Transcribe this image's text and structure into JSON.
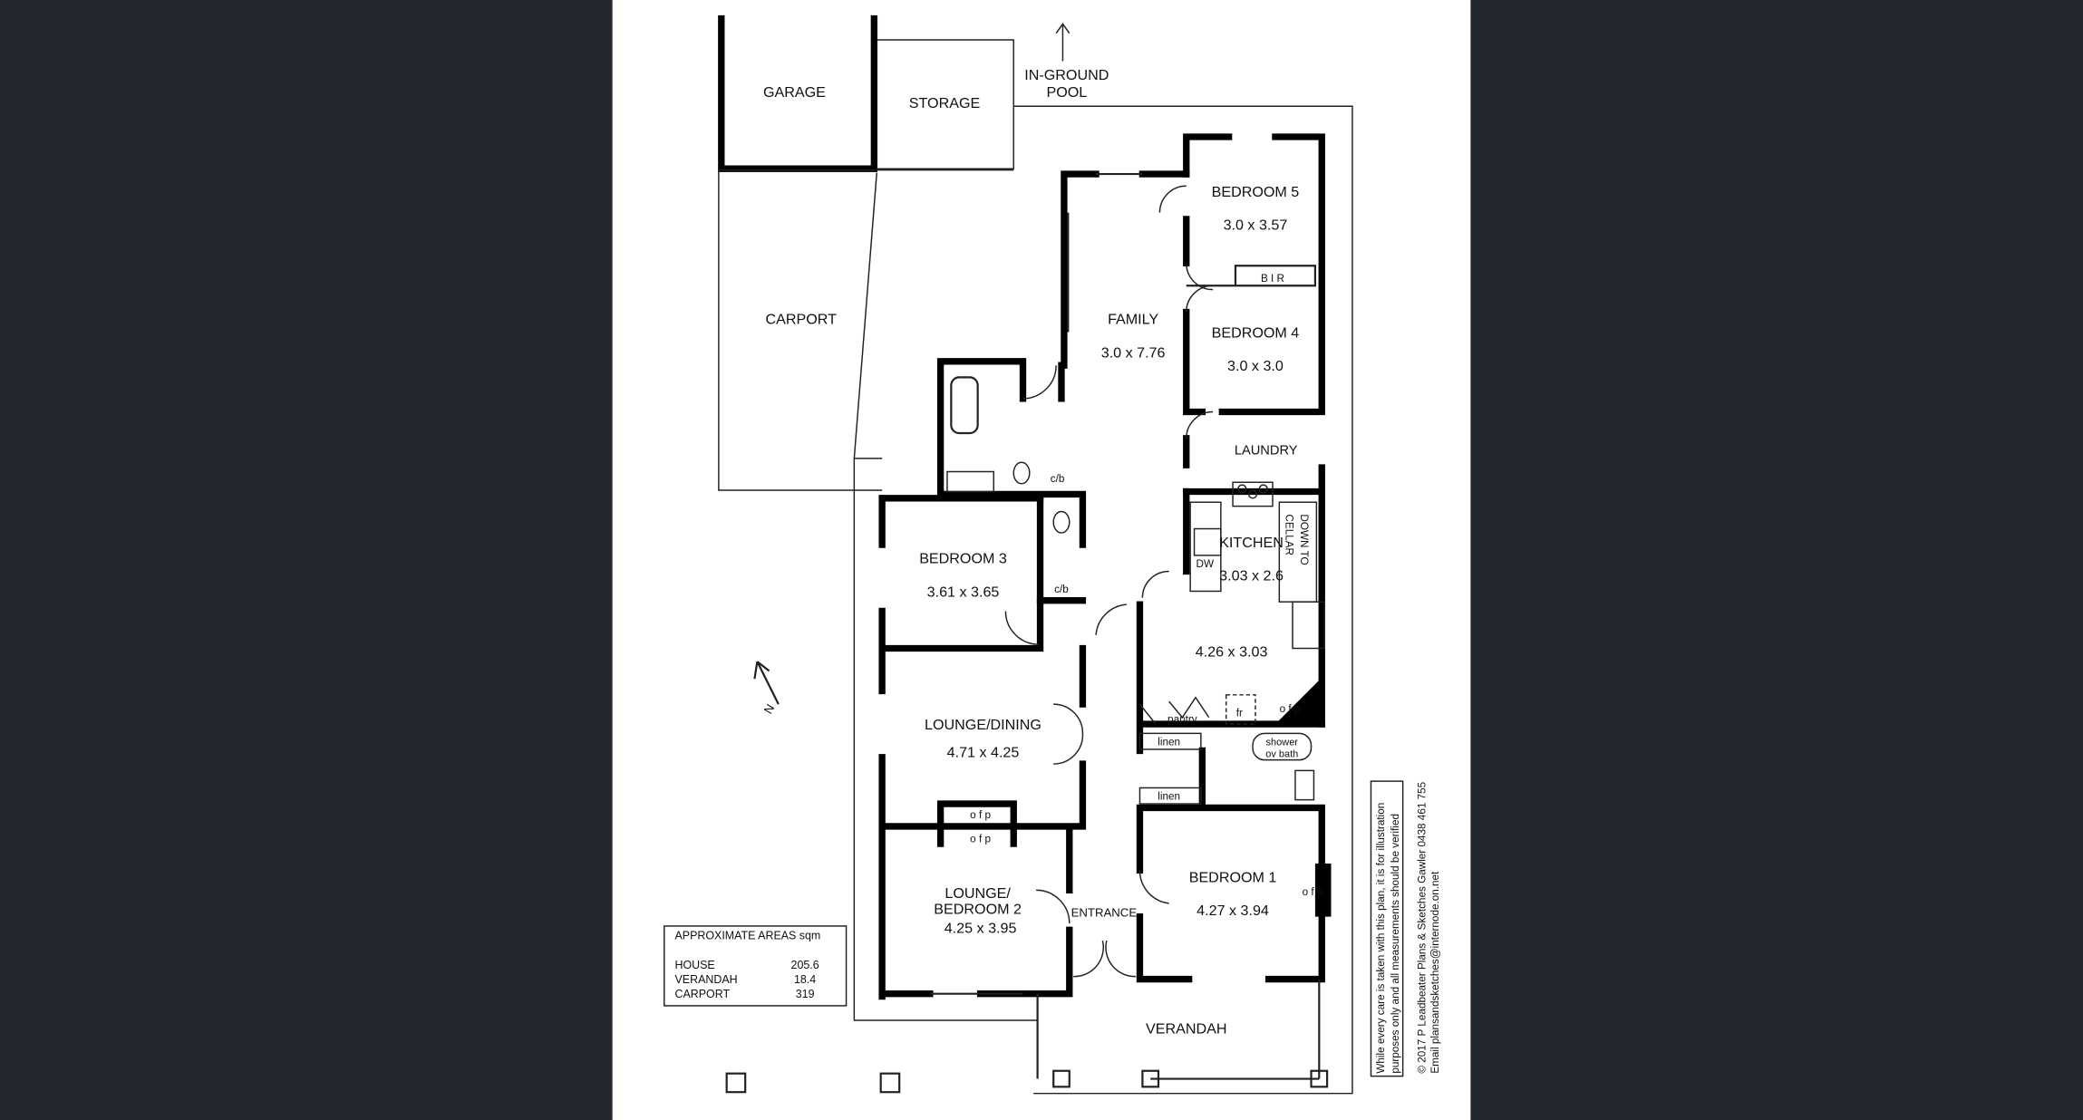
{
  "colors": {
    "background": "#23272e",
    "paper": "#ffffff",
    "walls": "#000000"
  },
  "rooms": {
    "garage": "GARAGE",
    "storage": "STORAGE",
    "pool": [
      "IN-GROUND",
      "POOL"
    ],
    "carport": "CARPORT",
    "family": {
      "name": "FAMILY",
      "size": "3.0 x 7.76"
    },
    "bedroom5": {
      "name": "BEDROOM 5",
      "size": "3.0 x 3.57"
    },
    "bir": "B I R",
    "bedroom4": {
      "name": "BEDROOM 4",
      "size": "3.0 x 3.0"
    },
    "laundry": "LAUNDRY",
    "cb1": "c/b",
    "cb2": "c/b",
    "kitchen": {
      "name": "KITCHEN",
      "size": "3.03 x 2.6",
      "dw": "DW",
      "cellar": [
        "DOWN TO",
        "CELLAR"
      ]
    },
    "meals": {
      "size": "4.26 x 3.03"
    },
    "bedroom3": {
      "name": "BEDROOM 3",
      "size": "3.61 x 3.65"
    },
    "pantry": "pantry",
    "fridge": "fr",
    "ofp_kitchen": "o f p",
    "linen1": "linen",
    "linen2": "linen",
    "shower": [
      "shower",
      "ov bath"
    ],
    "lounge_dining": {
      "name": "LOUNGE/DINING",
      "size": "4.71 x 4.25"
    },
    "ofp1": "o f p",
    "ofp2": "o f p",
    "lounge_bed2": {
      "name": [
        "LOUNGE/",
        "BEDROOM 2"
      ],
      "size": "4.25 x 3.95"
    },
    "entrance": "ENTRANCE",
    "bedroom1": {
      "name": "BEDROOM 1",
      "size": "4.27 x 3.94"
    },
    "ofp_bed1": "o f p",
    "verandah": "VERANDAH"
  },
  "areas": {
    "title": "APPROXIMATE  AREAS  sqm",
    "rows": [
      {
        "label": "HOUSE",
        "value": "205.6"
      },
      {
        "label": "VERANDAH",
        "value": "18.4"
      },
      {
        "label": "CARPORT",
        "value": "319"
      }
    ]
  },
  "compass": {
    "label": "N",
    "icon": "north-arrow-icon"
  },
  "disclaimer": [
    "While every care is taken with this plan, it is for illustration",
    "purposes only and all measurements should be verified"
  ],
  "credit": [
    "© 2017 P Leadbeater Plans & Sketches Gawler 0438 461 755",
    "Email plansandsketches@internode.on.net"
  ]
}
